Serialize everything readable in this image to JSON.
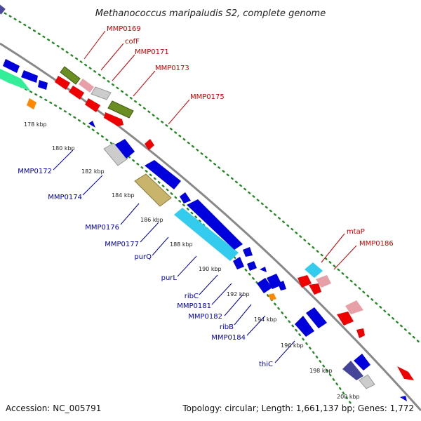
{
  "title": "Methanococcus maripaludis S2, complete genome",
  "footer": {
    "accession": "Accession: NC_005791",
    "summary": "Topology: circular; Length: 1,661,137 bp; Genes: 1,772"
  },
  "ticks": [
    "178 kbp",
    "180 kbp",
    "182 kbp",
    "184 kbp",
    "186 kbp",
    "188 kbp",
    "190 kbp",
    "192 kbp",
    "194 kbp",
    "196 kbp",
    "198 kbp",
    "200 kbp"
  ],
  "labels_top": [
    "MMP0169",
    "cofF",
    "MMP0171",
    "MMP0173",
    "MMP0175",
    "mtaP",
    "MMP0186"
  ],
  "labels_bottom": [
    "MMP0172",
    "MMP0174",
    "MMP0176",
    "MMP0177",
    "purQ",
    "purL",
    "ribC",
    "MMP0181",
    "MMP0182",
    "ribB",
    "MMP0184",
    "thiC"
  ],
  "colors": {
    "forward_cds": "#ee0000",
    "reverse_cds": "#0000dd",
    "backbone": "#888888",
    "tick_dots": "#228822",
    "label_top": "#cc0000",
    "label_bottom": "#0000aa"
  }
}
